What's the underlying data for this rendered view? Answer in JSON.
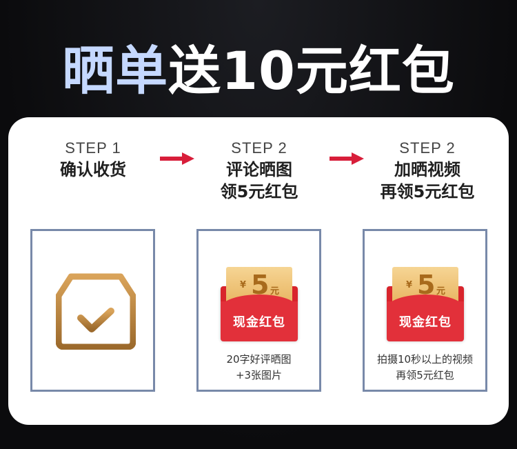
{
  "headline": {
    "highlight": "晒单",
    "rest": "送10元红包"
  },
  "steps": [
    {
      "number": "STEP 1",
      "title": "确认收货",
      "caption": ""
    },
    {
      "number": "STEP 2",
      "title": "评论晒图\n领5元红包",
      "caption": "20字好评晒图\n+3张图片"
    },
    {
      "number": "STEP 2",
      "title": "加晒视频\n再领5元红包",
      "caption": "拍摄10秒以上的视频\n再领5元红包"
    }
  ],
  "envelope": {
    "currency": "¥",
    "amount": "5",
    "unit": "元",
    "label": "现金红包"
  },
  "colors": {
    "background": "#0b0b0d",
    "headline_highlight": "#c5d8ff",
    "arrow": "#d81e3a",
    "card_border": "#7889a9",
    "box_icon": "#b8863f",
    "envelope_red": "#e2303a",
    "envelope_gold": "#f6d594"
  },
  "icons": [
    "box-check-icon",
    "red-envelope-icon",
    "arrow-right-icon"
  ]
}
